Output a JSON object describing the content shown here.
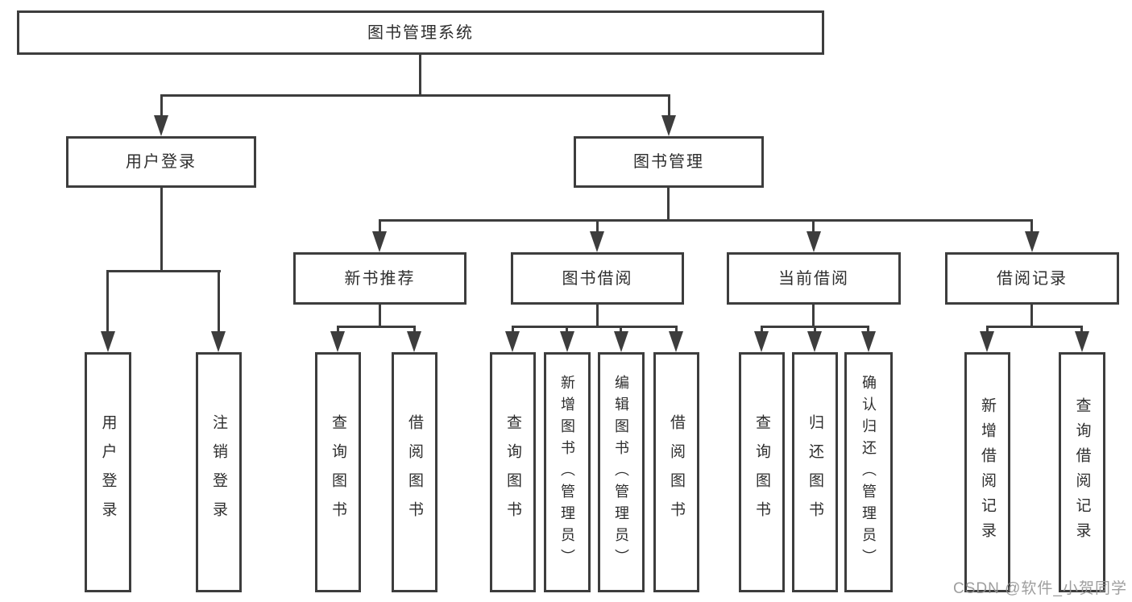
{
  "root": {
    "label": "图书管理系统"
  },
  "branches": {
    "user_login": {
      "label": "用户登录",
      "children": {
        "login": {
          "label": "用户登录"
        },
        "logout": {
          "label": "注销登录"
        }
      }
    },
    "book_mgmt": {
      "label": "图书管理",
      "children": {
        "new_books": {
          "label": "新书推荐",
          "children": {
            "query_books": {
              "label": "查询图书"
            },
            "borrow_books": {
              "label": "借阅图书"
            }
          }
        },
        "book_borrow": {
          "label": "图书借阅",
          "children": {
            "query_books": {
              "label": "查询图书"
            },
            "add_books_admin": {
              "label": "新增图书（管理员）"
            },
            "edit_books_admin": {
              "label": "编辑图书（管理员）"
            },
            "borrow_books": {
              "label": "借阅图书"
            }
          }
        },
        "current_borrow": {
          "label": "当前借阅",
          "children": {
            "query_books": {
              "label": "查询图书"
            },
            "return_books": {
              "label": "归还图书"
            },
            "confirm_return_admin": {
              "label": "确认归还（管理员）"
            }
          }
        },
        "borrow_records": {
          "label": "借阅记录",
          "children": {
            "add_record": {
              "label": "新增借阅记录"
            },
            "query_record": {
              "label": "查询借阅记录"
            }
          }
        }
      }
    }
  },
  "watermark": {
    "text": "CSDN @软件_小贺同学"
  },
  "colors": {
    "line": "#3d3d3d",
    "text": "#2e2e2e",
    "watermark": "#949494",
    "background": "#ffffff"
  }
}
